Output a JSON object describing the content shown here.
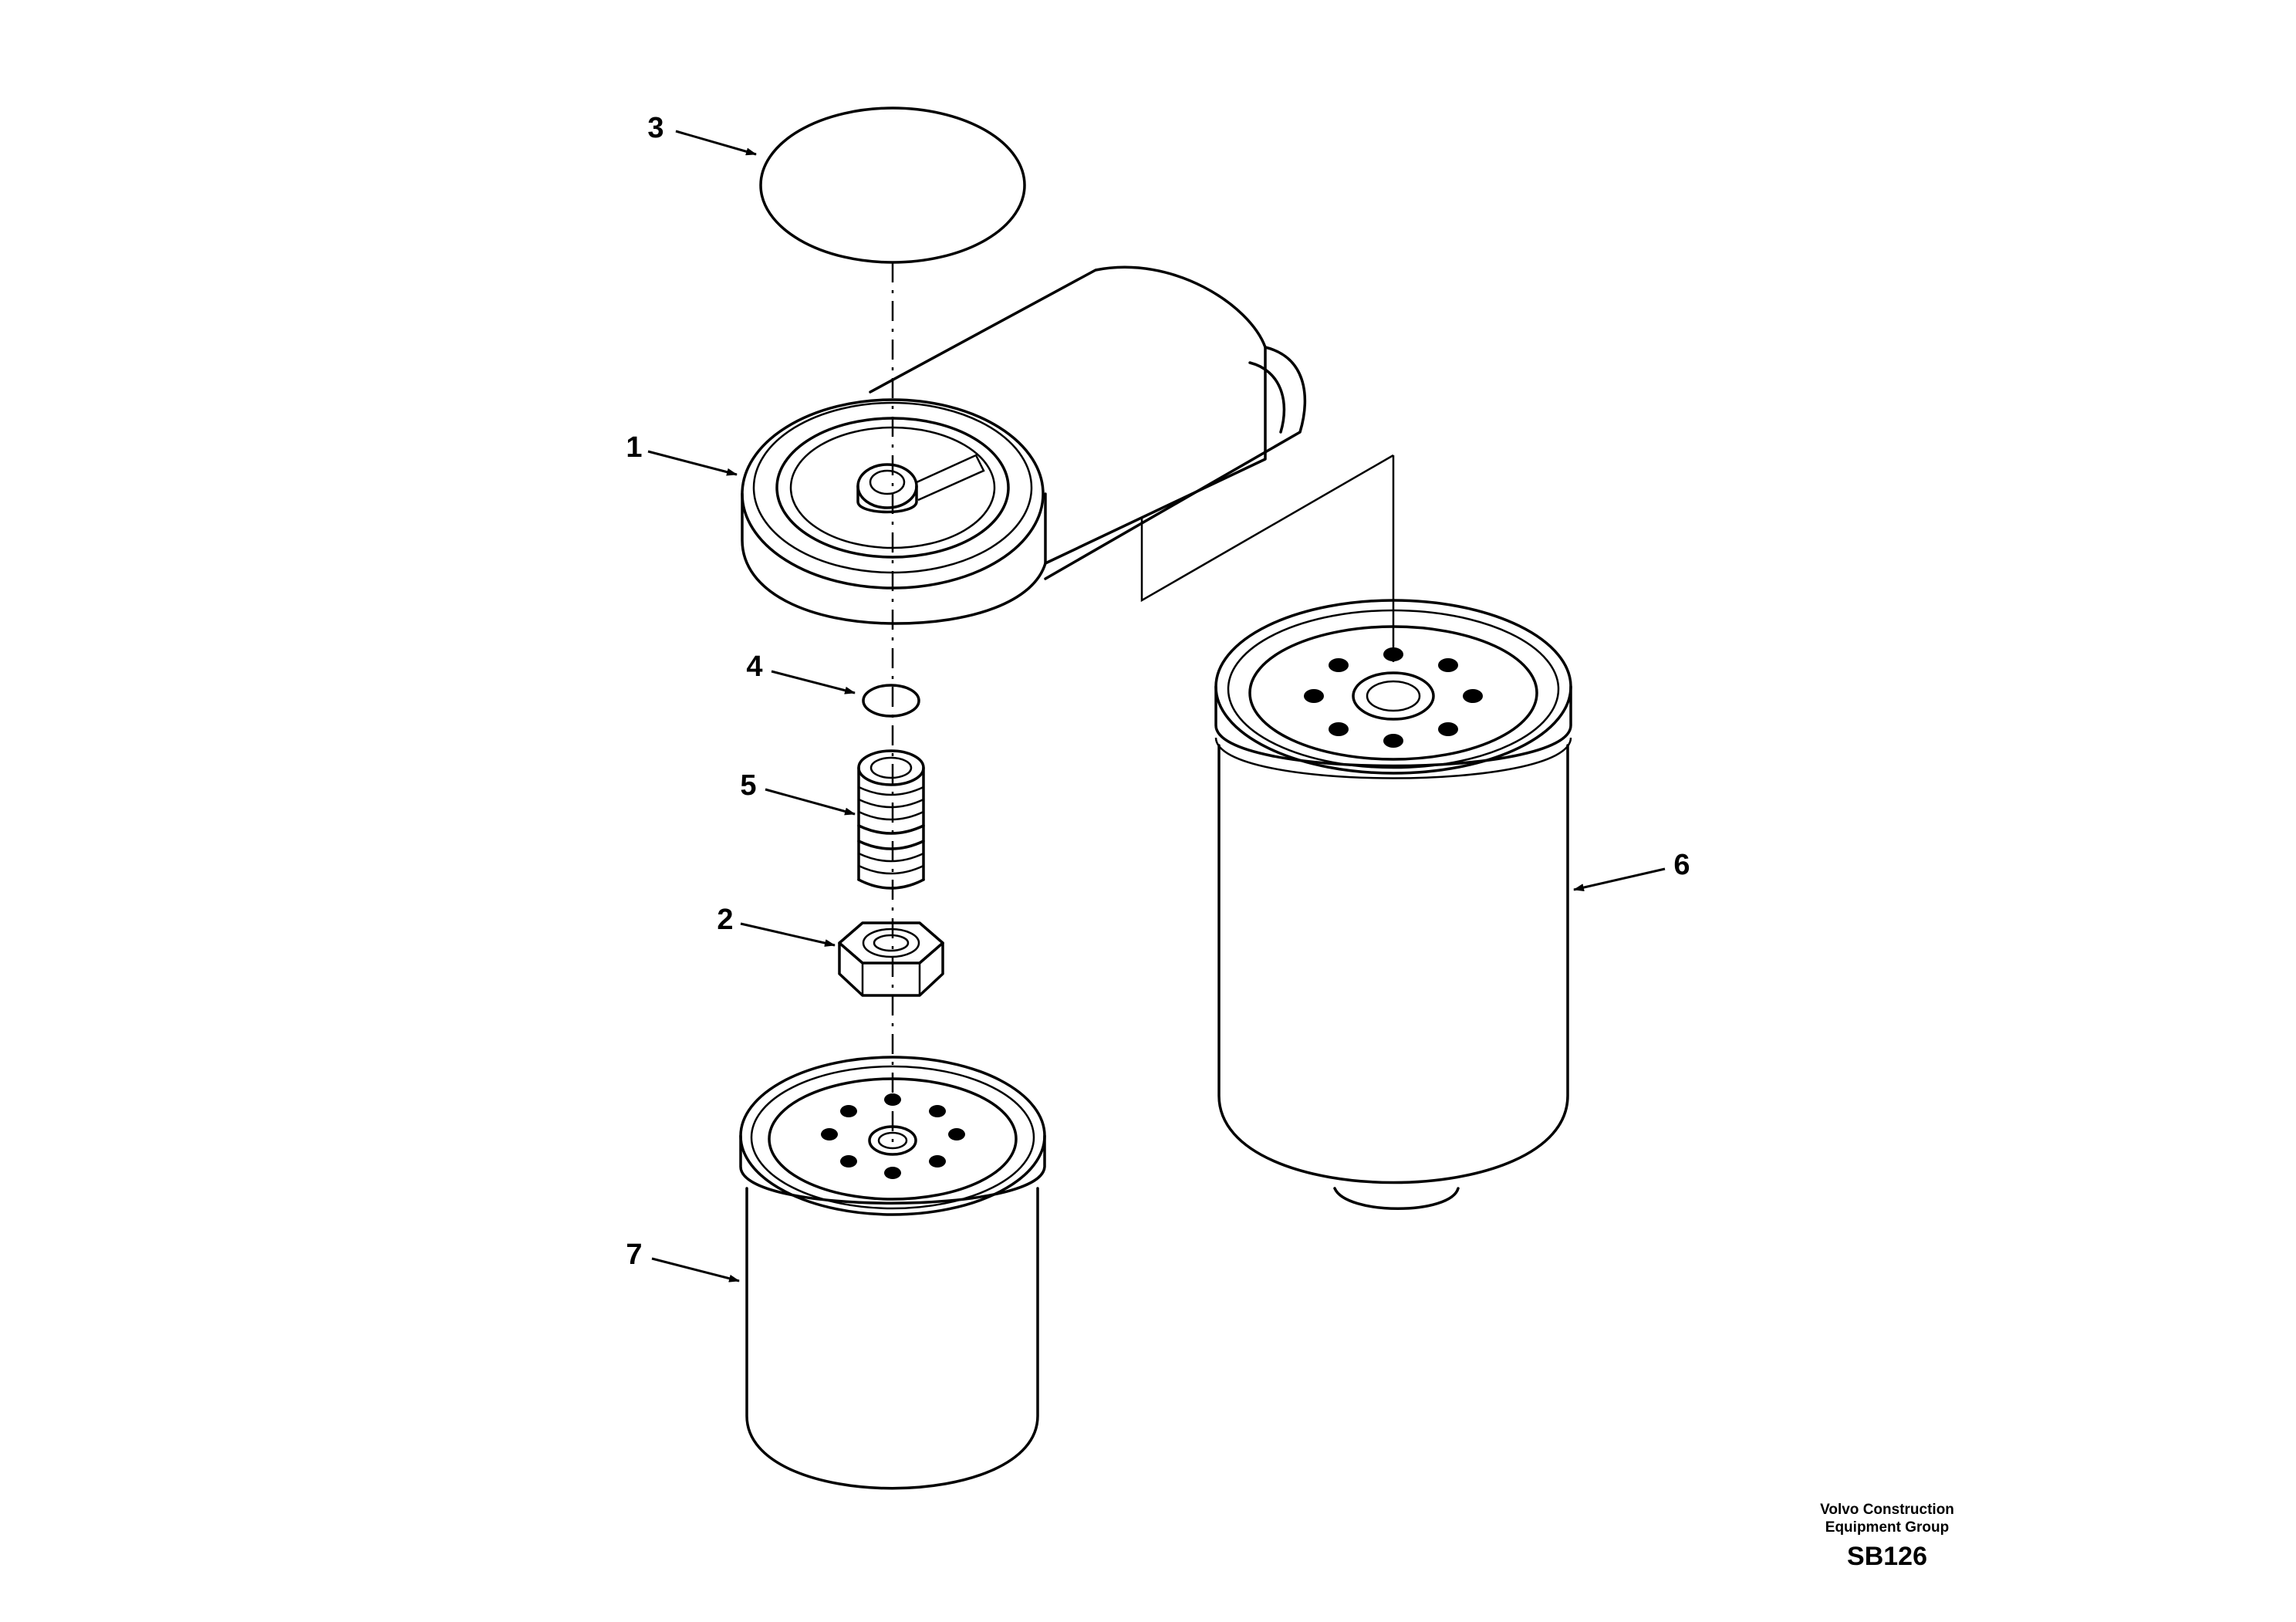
{
  "callouts": {
    "c1": "1",
    "c2": "2",
    "c3": "3",
    "c4": "4",
    "c5": "5",
    "c6": "6",
    "c7": "7"
  },
  "title_block": {
    "line1": "Volvo Construction",
    "line2": "Equipment Group",
    "code": "SB126"
  }
}
